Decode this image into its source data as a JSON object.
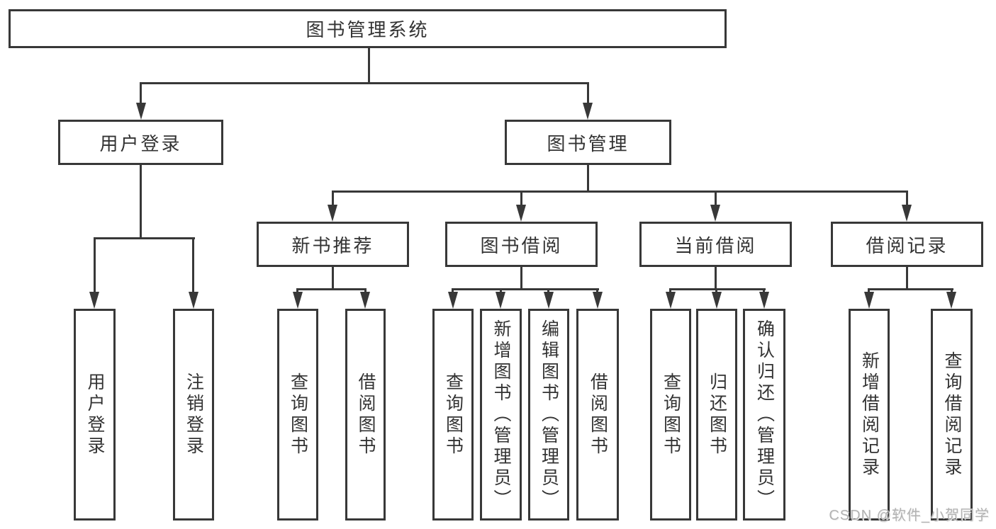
{
  "diagram_title": "图书管理系统",
  "nodes": {
    "root": {
      "label": "图书管理系统"
    },
    "level2": [
      {
        "label": "用户登录"
      },
      {
        "label": "图书管理"
      }
    ],
    "level3": [
      {
        "label": "新书推荐"
      },
      {
        "label": "图书借阅"
      },
      {
        "label": "当前借阅"
      },
      {
        "label": "借阅记录"
      }
    ],
    "leaves": [
      {
        "label": "用户登录"
      },
      {
        "label": "注销登录"
      },
      {
        "label": "查询图书"
      },
      {
        "label": "借阅图书"
      },
      {
        "label": "查询图书"
      },
      {
        "label": "新增图书（管理员）"
      },
      {
        "label": "编辑图书（管理员）"
      },
      {
        "label": "借阅图书"
      },
      {
        "label": "查询图书"
      },
      {
        "label": "归还图书"
      },
      {
        "label": "确认归还（管理员）"
      },
      {
        "label": "新增借阅记录"
      },
      {
        "label": "查询借阅记录"
      }
    ]
  },
  "watermark": "CSDN @软件_小贺同学",
  "colors": {
    "line": "#383838",
    "text": "#333333",
    "bg": "#ffffff",
    "watermark": "#b3b3b3"
  }
}
